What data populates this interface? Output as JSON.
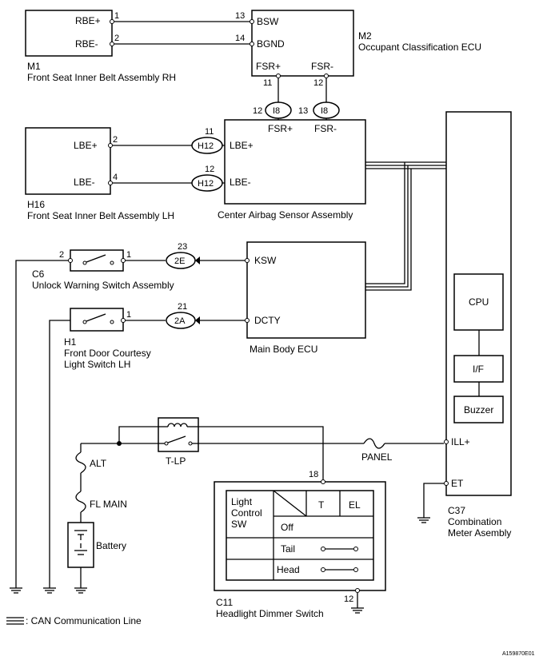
{
  "components": {
    "m1": {
      "code": "M1",
      "name": "Front Seat Inner Belt Assembly RH",
      "pins": {
        "p1": "1",
        "p2": "2"
      },
      "terminals": {
        "rbe_plus": "RBE+",
        "rbe_minus": "RBE-"
      }
    },
    "m2": {
      "code": "M2",
      "name": "Occupant Classification ECU",
      "pins": {
        "p13": "13",
        "p14": "14",
        "p11": "11",
        "p12": "12"
      },
      "terminals": {
        "bsw": "BSW",
        "bgnd": "BGND",
        "fsr_plus": "FSR+",
        "fsr_minus": "FSR-"
      }
    },
    "h16": {
      "code": "H16",
      "name": "Front Seat Inner Belt Assembly LH",
      "pins": {
        "p2": "2",
        "p4": "4"
      },
      "terminals": {
        "lbe_plus": "LBE+",
        "lbe_minus": "LBE-"
      }
    },
    "airbag": {
      "name": "Center Airbag Sensor Assembly",
      "terminals": {
        "fsr_plus": "FSR+",
        "fsr_minus": "FSR-",
        "lbe_plus": "LBE+",
        "lbe_minus": "LBE-"
      }
    },
    "c6": {
      "code": "C6",
      "name": "Unlock Warning Switch Assembly",
      "pins": {
        "p2": "2",
        "p1": "1"
      }
    },
    "h1": {
      "code": "H1",
      "name_line1": "Front Door Courtesy",
      "name_line2": "Light Switch LH",
      "pins": {
        "p1": "1"
      }
    },
    "main_body": {
      "name": "Main Body ECU",
      "terminals": {
        "ksw": "KSW",
        "dcty": "DCTY"
      }
    },
    "c37": {
      "code": "C37",
      "name_line1": "Combination",
      "name_line2": "Meter Asembly",
      "blocks": {
        "cpu": "CPU",
        "if": "I/F",
        "buzzer": "Buzzer"
      },
      "terminals": {
        "ill": "ILL+",
        "et": "ET"
      }
    },
    "c11": {
      "code": "C11",
      "name": "Headlight Dimmer Switch",
      "pins": {
        "p18": "18",
        "p12": "12"
      },
      "table": {
        "head_line1": "Light",
        "head_line2": "Control",
        "head_line3": "SW",
        "col_t": "T",
        "col_el": "EL",
        "row_off": "Off",
        "row_tail": "Tail",
        "row_head": "Head"
      }
    }
  },
  "connectors": {
    "i8_a": {
      "label": "I8",
      "pin": "12"
    },
    "i8_b": {
      "label": "I8",
      "pin": "13"
    },
    "h12_a": {
      "label": "H12",
      "pin": "11"
    },
    "h12_b": {
      "label": "H12",
      "pin": "12"
    },
    "e2": {
      "label": "2E",
      "pin": "23"
    },
    "a2": {
      "label": "2A",
      "pin": "21"
    }
  },
  "power": {
    "relay": "T-LP",
    "fuse_panel": "PANEL",
    "fuse_alt": "ALT",
    "fuse_fl": "FL MAIN",
    "battery": "Battery"
  },
  "legend": {
    "can": ": CAN Communication Line"
  },
  "figure_id": "A159870E01"
}
